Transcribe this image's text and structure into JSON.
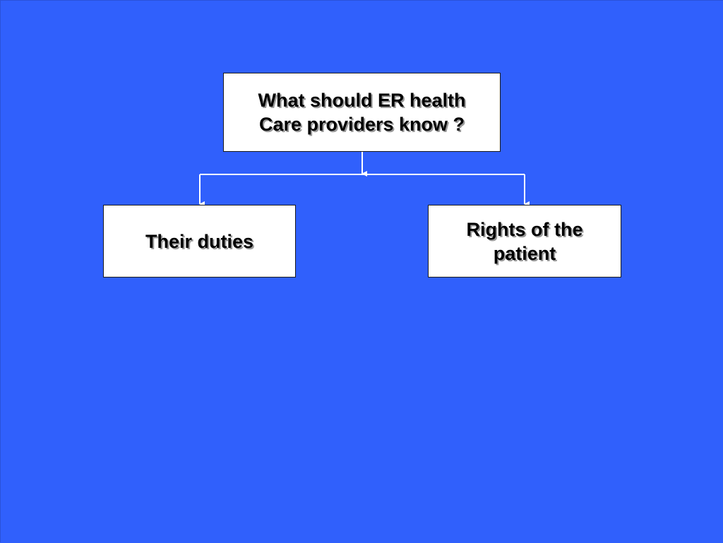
{
  "slide": {
    "background_color": "#3060fc",
    "connector_color": "#ffffff"
  },
  "diagram": {
    "root": {
      "label": "What should ER health\nCare providers know ?"
    },
    "children": [
      {
        "label": "Their duties"
      },
      {
        "label": "Rights of the\npatient"
      }
    ]
  }
}
